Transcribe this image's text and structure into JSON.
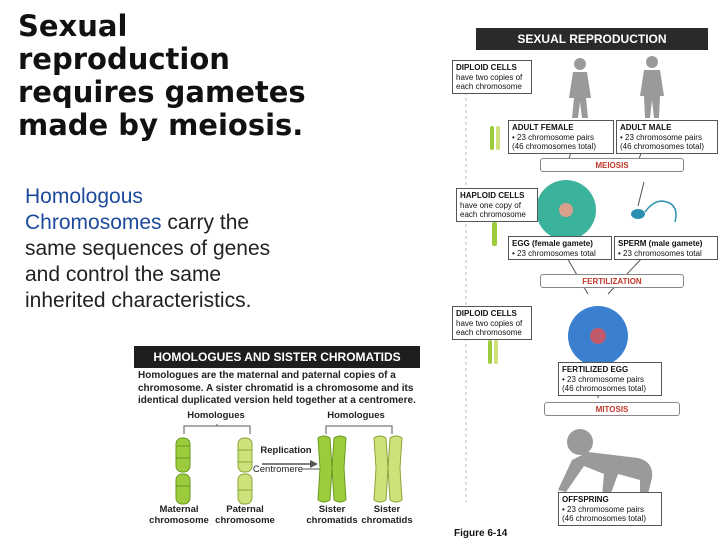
{
  "title": [
    "Sexual",
    "reproduction",
    "requires gametes",
    "made by meiosis."
  ],
  "body": {
    "highlight_1": "Homologous",
    "highlight_2": "Chromosomes",
    "after_highlight": " carry the",
    "lines": [
      "same sequences of genes",
      "and control the same",
      "inherited characteristics."
    ]
  },
  "left_figure": {
    "heading": "HOMOLOGUES AND SISTER CHROMATIDS",
    "caption": "Homologues are the maternal and paternal copies of a chromosome. A sister chromatid is a chromosome and its identical duplicated version held together at a centromere.",
    "homologues_left": "Homologues",
    "homologues_right": "Homologues",
    "replication": "Replication",
    "centromere": "Centromere",
    "maternal": "Maternal chromosome",
    "paternal": "Paternal chromosome",
    "sister_1": "Sister chromatids",
    "sister_2": "Sister chromatids",
    "colors": {
      "maternal": "#9ccc3c",
      "paternal": "#cde27a"
    }
  },
  "right_figure": {
    "heading": "SEXUAL REPRODUCTION",
    "diploid_1": {
      "title": "DIPLOID CELLS",
      "text": "have two copies of each chromosome"
    },
    "adult_female": {
      "title": "ADULT FEMALE",
      "line1": "• 23 chromosome pairs",
      "line2": "(46 chromosomes total)"
    },
    "adult_male": {
      "title": "ADULT MALE",
      "line1": "• 23 chromosome pairs",
      "line2": "(46 chromosomes total)"
    },
    "meiosis": "MEIOSIS",
    "haploid": {
      "title": "HAPLOID CELLS",
      "text": "have one copy of each chromosome"
    },
    "egg": {
      "title": "EGG (female gamete)",
      "line1": "• 23 chromosomes total"
    },
    "sperm": {
      "title": "SPERM (male gamete)",
      "line1": "• 23 chromosomes total"
    },
    "fertilization": "FERTILIZATION",
    "diploid_2": {
      "title": "DIPLOID CELLS",
      "text": "have two copies of each chromosome"
    },
    "fertilized_egg": {
      "title": "FERTILIZED EGG",
      "line1": "• 23 chromosome pairs",
      "line2": "(46 chromosomes total)"
    },
    "mitosis": "MITOSIS",
    "offspring": {
      "title": "OFFSPRING",
      "line1": "• 23 chromosome pairs",
      "line2": "(46 chromosomes total)"
    },
    "figure_label": "Figure 6-14",
    "colors": {
      "egg": "#3bb39a",
      "zygote": "#3b7fd0",
      "silhouette": "#9a9a9a",
      "accent": "#c0392b"
    }
  }
}
